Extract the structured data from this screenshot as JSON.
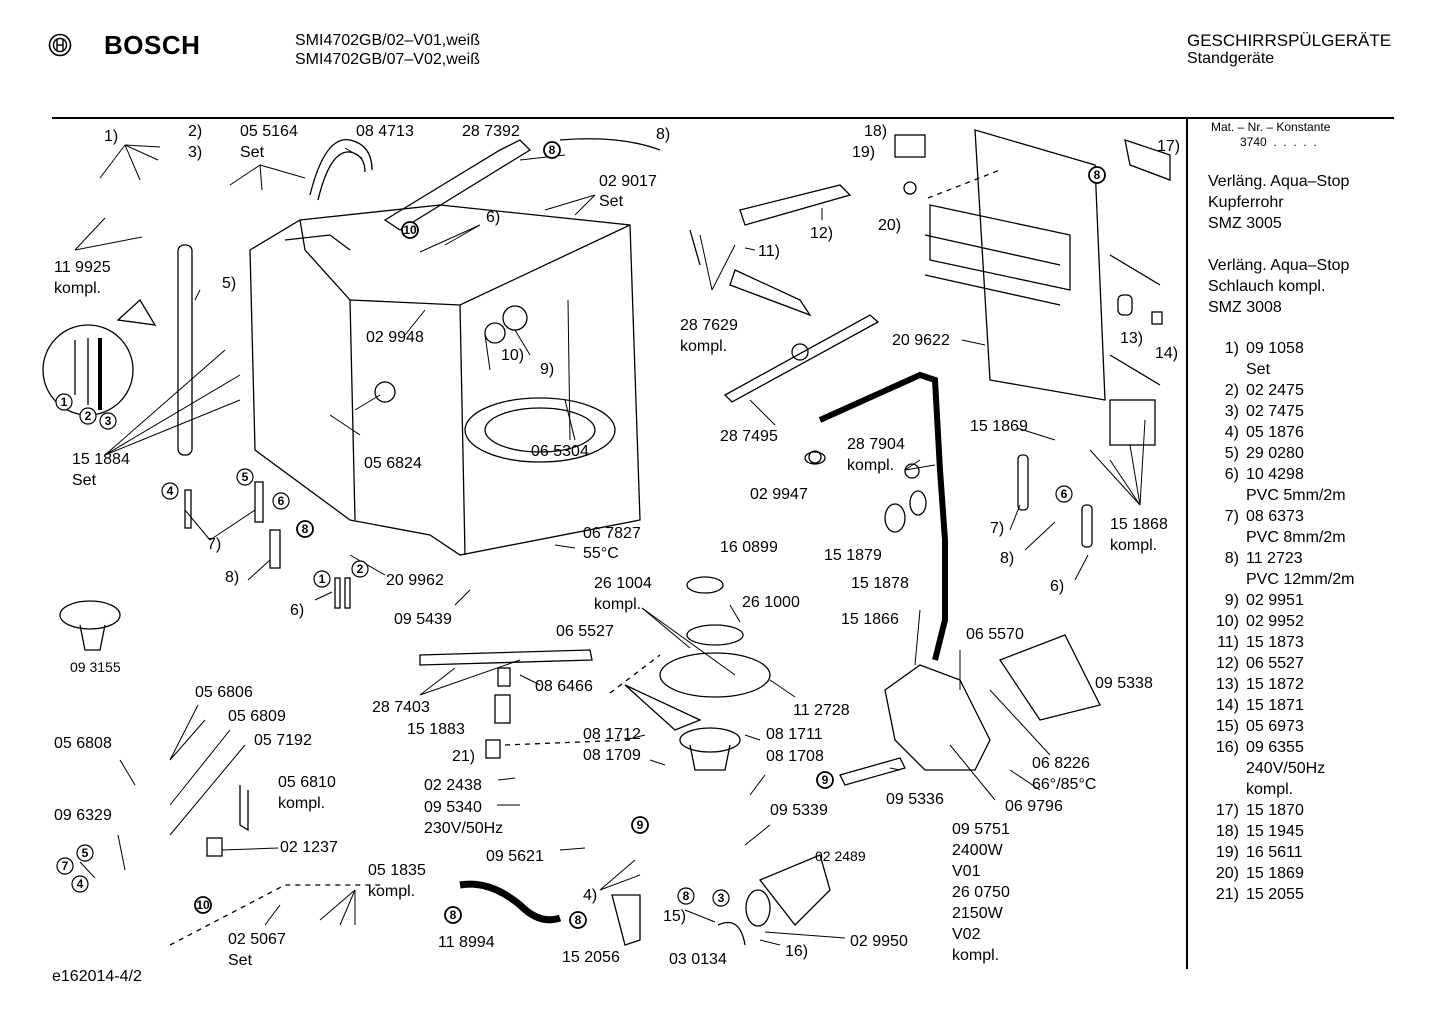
{
  "header": {
    "brand": "BOSCH",
    "model_line1": "SMI4702GB/02–V01,weiß",
    "model_line2": "SMI4702GB/07–V02,weiß",
    "category": "GESCHIRRSPÜLGERÄTE",
    "subcategory": "Standgeräte"
  },
  "footer": {
    "doc_id": "e162014-4/2"
  },
  "sidebar": {
    "mat_title": "Mat. – Nr. – Konstante",
    "mat_value": "3740  .  .  .  .  .",
    "accessory1": [
      "Verläng. Aqua–Stop",
      "Kupferrohr",
      "SMZ 3005"
    ],
    "accessory2": [
      "Verläng. Aqua–Stop",
      "Schlauch kompl.",
      "SMZ 3008"
    ],
    "parts": [
      {
        "n": "1)",
        "v": "09 1058",
        "extra": "Set"
      },
      {
        "n": "2)",
        "v": "02 2475"
      },
      {
        "n": "3)",
        "v": "02 7475"
      },
      {
        "n": "4)",
        "v": "05 1876"
      },
      {
        "n": "5)",
        "v": "29 0280"
      },
      {
        "n": "6)",
        "v": "10 4298",
        "extra": "PVC 5mm/2m"
      },
      {
        "n": "7)",
        "v": "08 6373",
        "extra": "PVC 8mm/2m"
      },
      {
        "n": "8)",
        "v": "11 2723",
        "extra": "PVC 12mm/2m"
      },
      {
        "n": "9)",
        "v": "02 9951"
      },
      {
        "n": "10)",
        "v": "02 9952"
      },
      {
        "n": "11)",
        "v": "15 1873"
      },
      {
        "n": "12)",
        "v": "06 5527"
      },
      {
        "n": "13)",
        "v": "15 1872"
      },
      {
        "n": "14)",
        "v": "15 1871"
      },
      {
        "n": "15)",
        "v": "05 6973"
      },
      {
        "n": "16)",
        "v": "09 6355",
        "extra": "240V/50Hz",
        "extra2": "kompl."
      },
      {
        "n": "17)",
        "v": "15 1870"
      },
      {
        "n": "18)",
        "v": "15 1945"
      },
      {
        "n": "19)",
        "v": "16 5611"
      },
      {
        "n": "20)",
        "v": "15 1869"
      },
      {
        "n": "21)",
        "v": "15 2055"
      }
    ]
  },
  "labels": {
    "l_1": "1)",
    "l_2": "2)",
    "l_3": "3)",
    "l_055164": "05 5164",
    "l_set1": "Set",
    "l_084713": "08 4713",
    "l_287392": "28 7392",
    "l_8a": "8)",
    "l_029017": "02 9017",
    "l_set2": "Set",
    "l_6a": "6)",
    "l_119925": "11 9925",
    "l_kompl1": "kompl.",
    "l_5": "5)",
    "l_029948": "02 9948",
    "l_10a": "10)",
    "l_9a": "9)",
    "l_056824": "05 6824",
    "l_065304": "06 5304",
    "l_151884": "15 1884",
    "l_set3": "Set",
    "l_7a": "7)",
    "l_8b": "8)",
    "l_6b": "6)",
    "l_209962": "20 9962",
    "l_067827": "06 7827",
    "l_55c": "55°C",
    "l_095439": "09 5439",
    "l_093155": "09 3155",
    "l_287629": "28 7629",
    "l_kompl2": "kompl.",
    "l_11": "11)",
    "l_12": "12)",
    "l_287495": "28 7495",
    "l_029947": "02 9947",
    "l_18": "18)",
    "l_19": "19)",
    "l_20": "20)",
    "l_17": "17)",
    "l_209622": "20 9622",
    "l_13": "13)",
    "l_14": "14)",
    "l_151869": "15 1869",
    "l_287904": "28 7904",
    "l_kompl3": "kompl.",
    "l_151879": "15 1879",
    "l_151878": "15 1878",
    "l_7b": "7)",
    "l_8c": "8)",
    "l_6c": "6)",
    "l_151868": "15 1868",
    "l_kompl4": "kompl.",
    "l_160899": "16 0899",
    "l_261004": "26 1004",
    "l_kompl5": "kompl.",
    "l_261000": "26 1000",
    "l_065527": "06 5527",
    "l_287403": "28 7403",
    "l_086466": "08 6466",
    "l_151883": "15 1883",
    "l_21": "21)",
    "l_081712": "08 1712",
    "l_081711": "08 1711",
    "l_081709": "08 1709",
    "l_081708": "08 1708",
    "l_112728": "11 2728",
    "l_022438": "02 2438",
    "l_095340": "09 5340",
    "l_230v": "230V/50Hz",
    "l_151866": "15 1866",
    "l_065570": "06 5570",
    "l_095338": "09 5338",
    "l_068226": "06 8226",
    "l_66c": "66°/85°C",
    "l_095336": "09 5336",
    "l_069796": "06 9796",
    "l_095751": "09 5751",
    "l_2400w": "2400W",
    "l_v01": "V01",
    "l_260750": "26 0750",
    "l_2150w": "2150W",
    "l_v02": "V02",
    "l_kompl6": "kompl.",
    "l_056806": "05 6806",
    "l_056809": "05 6809",
    "l_056808": "05 6808",
    "l_057192": "05 7192",
    "l_056810": "05 6810",
    "l_kompl7": "kompl.",
    "l_096329": "09 6329",
    "l_021237": "02 1237",
    "l_051835": "05 1835",
    "l_kompl8": "kompl.",
    "l_025067": "02 5067",
    "l_set4": "Set",
    "l_118994": "11 8994",
    "l_152056": "15 2056",
    "l_095621": "09 5621",
    "l_095339": "09 5339",
    "l_022489": "02 2489",
    "l_4": "4)",
    "l_15": "15)",
    "l_030134": "03 0134",
    "l_16": "16)",
    "l_029950": "02 9950"
  },
  "callouts": {
    "c1": "1",
    "c2": "2",
    "c3": "3",
    "c4": "4",
    "c5": "5",
    "c6": "6",
    "c7": "7",
    "c8": "8",
    "c9": "9",
    "c10": "10"
  }
}
